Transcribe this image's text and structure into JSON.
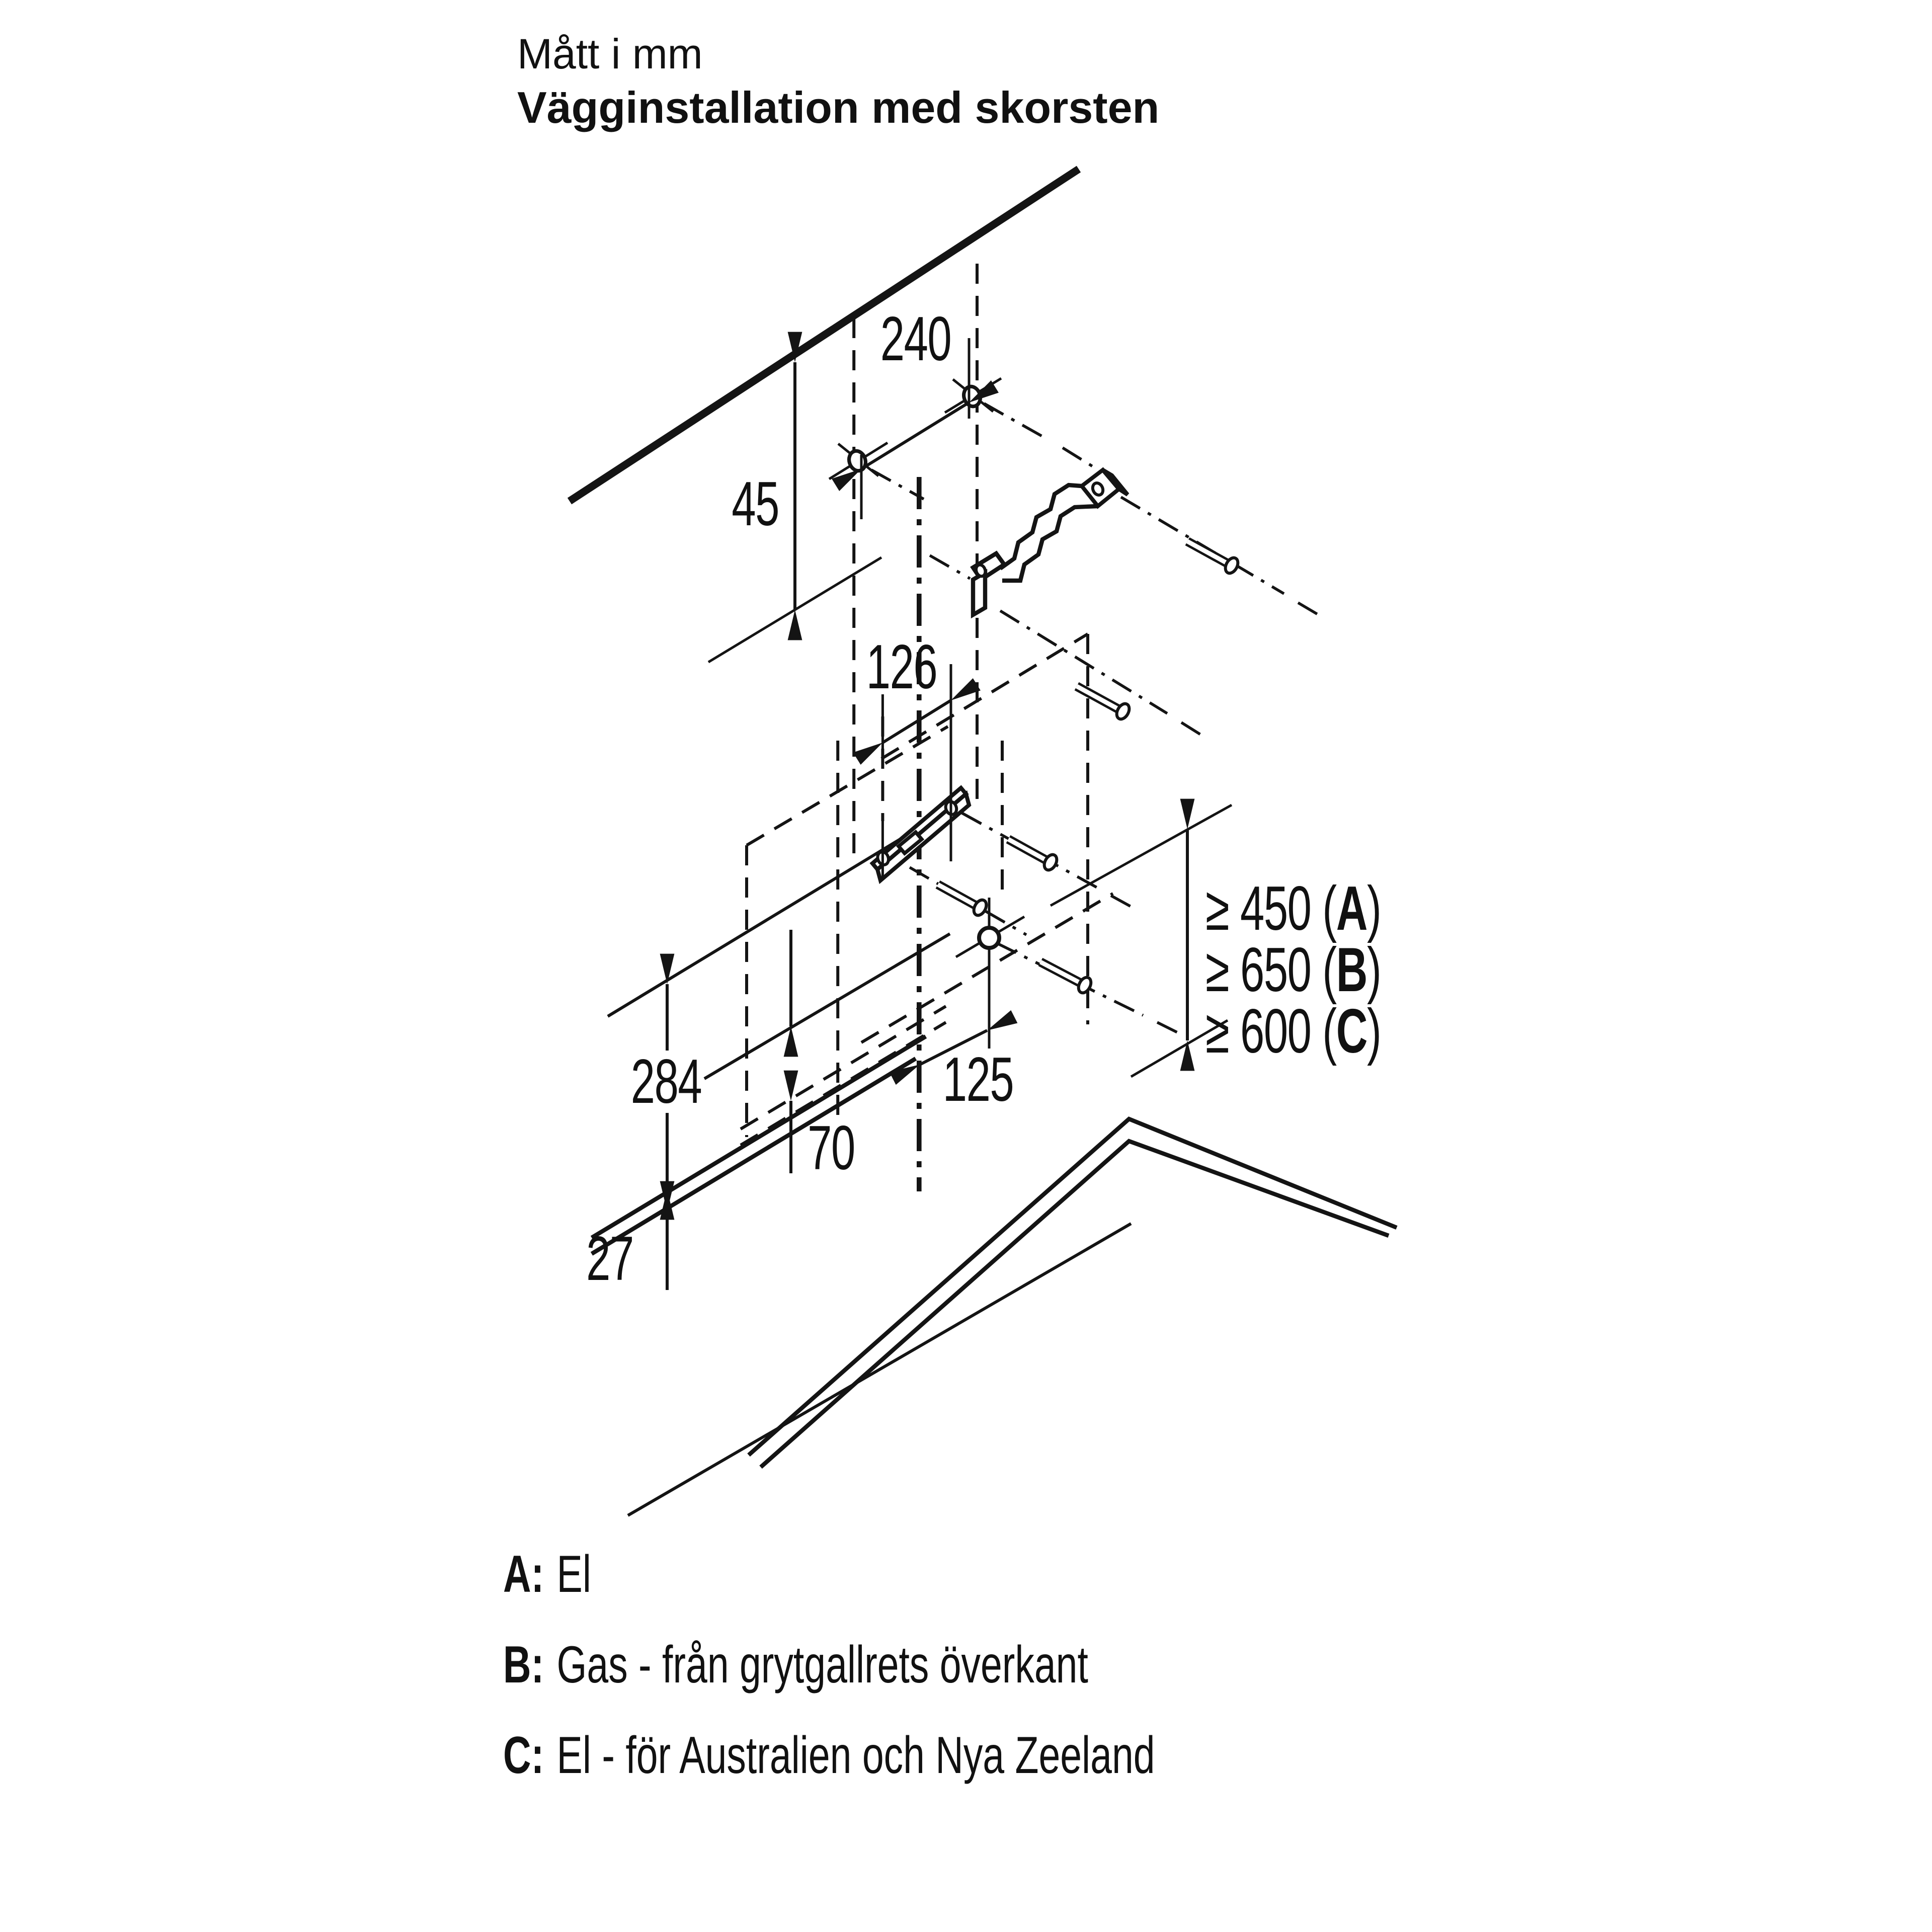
{
  "title": {
    "line1": "Mått i mm",
    "line2": "Vägginstallation med skorsten"
  },
  "dimensions": {
    "d240": "240",
    "d45": "45",
    "d126": "126",
    "d125": "125",
    "d70": "70",
    "d284": "284",
    "d27": "27"
  },
  "clearances": [
    {
      "prefix": "≥ 450 (",
      "letter": "A",
      "suffix": ")"
    },
    {
      "prefix": "≥ 650 (",
      "letter": "B",
      "suffix": ")"
    },
    {
      "prefix": "≥ 600 (",
      "letter": "C",
      "suffix": ")"
    }
  ],
  "legend": [
    {
      "key": "A:",
      "text": "El"
    },
    {
      "key": "B:",
      "text": "Gas - från grytgallrets överkant"
    },
    {
      "key": "C:",
      "text": "El - för Australien och Nya Zeeland"
    }
  ],
  "colors": {
    "ink": "#141414",
    "background": "#ffffff"
  }
}
